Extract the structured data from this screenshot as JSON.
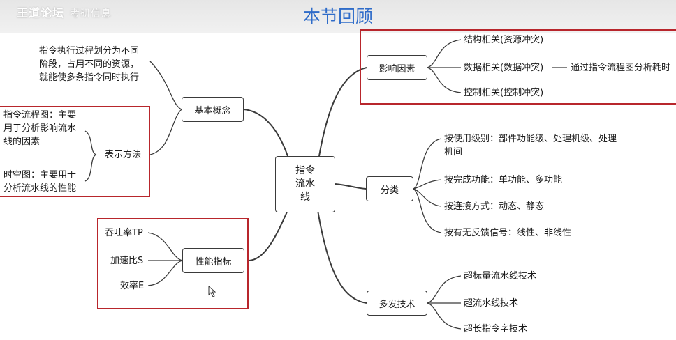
{
  "watermark": {
    "main": "王道论坛",
    "sub": "考研信息"
  },
  "title": "本节回顾",
  "center": {
    "line1": "指令",
    "line2": "流水",
    "line3": "线"
  },
  "branches": {
    "basic": {
      "label": "基本概念",
      "desc": [
        "指令执行过程划分为不同",
        "阶段，占用不同的资源，",
        "就能使多条指令同时执行"
      ],
      "repr": {
        "label": "表示方法",
        "flow": [
          "指令流程图：主要",
          "用于分析影响流水",
          "线的因素"
        ],
        "spacetime": [
          "时空图：主要用于",
          "分析流水线的性能"
        ]
      }
    },
    "perf": {
      "label": "性能指标",
      "items": [
        "吞吐率TP",
        "加速比S",
        "效率E"
      ]
    },
    "factors": {
      "label": "影响因素",
      "items": [
        "结构相关(资源冲突)",
        "数据相关(数据冲突)",
        "控制相关(控制冲突)"
      ],
      "data_note": "通过指令流程图分析耗时"
    },
    "classify": {
      "label": "分类",
      "items": [
        "按使用级别：部件功能级、处理机级、处理机间",
        "按完成功能：单功能、多功能",
        "按连接方式：动态、静态",
        "按有无反馈信号：线性、非线性"
      ]
    },
    "multi": {
      "label": "多发技术",
      "items": [
        "超标量流水线技术",
        "超流水线技术",
        "超长指令字技术"
      ]
    }
  },
  "colors": {
    "title": "#2f6cc9",
    "highlight": "#b8262c",
    "line": "#3a3a3a"
  }
}
